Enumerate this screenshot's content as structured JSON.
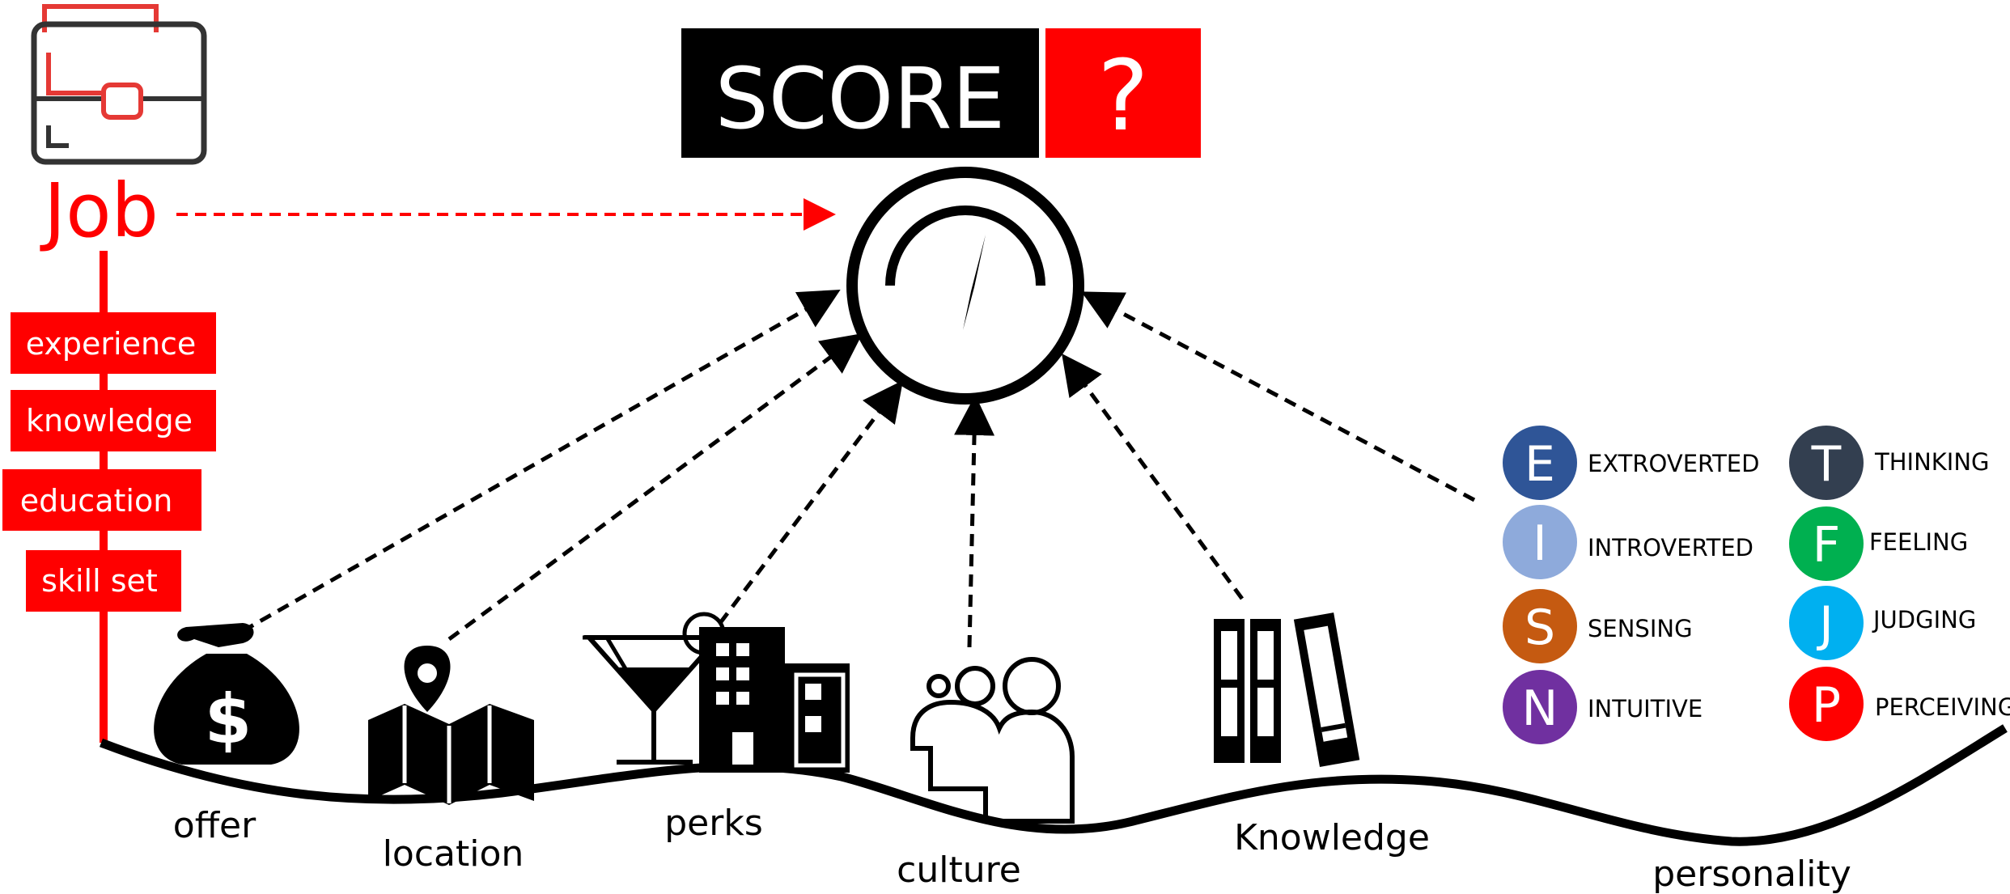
{
  "header": {
    "score_label": "SCORE",
    "score_value": "?",
    "score_bg": "#000000",
    "question_bg": "#ff0000"
  },
  "job": {
    "title": "Job",
    "icon": "briefcase-icon",
    "color": "#ff0000",
    "requirements": [
      "experience",
      "knowledge",
      "education",
      "skill set"
    ]
  },
  "gauge": {
    "icon": "gauge-icon"
  },
  "factors": [
    {
      "label": "offer",
      "icon": "money-bag-icon"
    },
    {
      "label": "location",
      "icon": "map-pin-icon"
    },
    {
      "label": "perks",
      "icon": "cocktail-building-icon"
    },
    {
      "label": "culture",
      "icon": "people-icon"
    },
    {
      "label": "Knowledge",
      "icon": "books-icon"
    },
    {
      "label": "personality",
      "icon": "personality-types"
    }
  ],
  "personality": [
    {
      "letter": "E",
      "label": "EXTROVERTED",
      "color": "#2f5597"
    },
    {
      "letter": "I",
      "label": "INTROVERTED",
      "color": "#8eaadb"
    },
    {
      "letter": "S",
      "label": "SENSING",
      "color": "#c55a11"
    },
    {
      "letter": "N",
      "label": "INTUITIVE",
      "color": "#7030a0"
    },
    {
      "letter": "T",
      "label": "THINKING",
      "color": "#333f50"
    },
    {
      "letter": "F",
      "label": "FEELING",
      "color": "#00b050"
    },
    {
      "letter": "J",
      "label": "JUDGING",
      "color": "#00b0f0"
    },
    {
      "letter": "P",
      "label": "PERCEIVING",
      "color": "#ff0000"
    }
  ]
}
